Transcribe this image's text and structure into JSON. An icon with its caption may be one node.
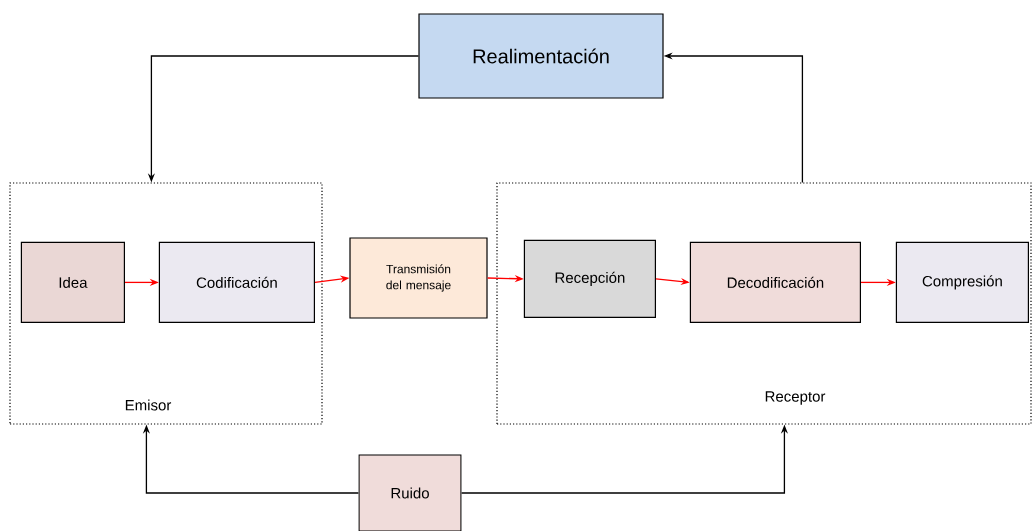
{
  "diagram": {
    "nodes": [
      {
        "text": [
          "Realimentación"
        ]
      },
      {
        "text": [
          "Emisor"
        ]
      },
      {
        "text": [
          "Idea"
        ],
        "in": 1
      },
      {
        "text": [
          "Codificación"
        ],
        "in": 1
      },
      {
        "text": [
          "Transmisión del mensaje"
        ]
      },
      {
        "text": [
          "Receptor"
        ]
      },
      {
        "text": [
          "Recepción"
        ],
        "in": 5
      },
      {
        "text": [
          "Decodificación"
        ],
        "in": 5
      },
      {
        "text": [
          "Compresión"
        ],
        "in": 5
      },
      {
        "text": [
          "Ruido"
        ]
      }
    ],
    "edges": [
      {
        "from": 0,
        "to": 1,
        "arrow": "to",
        "color": "#000000"
      },
      {
        "from": 5,
        "to": 0,
        "arrow": "to",
        "color": "#000000"
      },
      {
        "from": 2,
        "to": 3,
        "arrow": "to"
      },
      {
        "from": 3,
        "to": 4,
        "arrow": "to"
      },
      {
        "from": 4,
        "to": 6,
        "arrow": "to"
      },
      {
        "from": 6,
        "to": 7,
        "arrow": "to"
      },
      {
        "from": 7,
        "to": 8,
        "arrow": "to"
      },
      {
        "from": 9,
        "to": 1,
        "arrow": "to",
        "color": "#000000"
      },
      {
        "from": 9,
        "to": 5,
        "arrow": "to",
        "color": "#000000"
      }
    ]
  }
}
